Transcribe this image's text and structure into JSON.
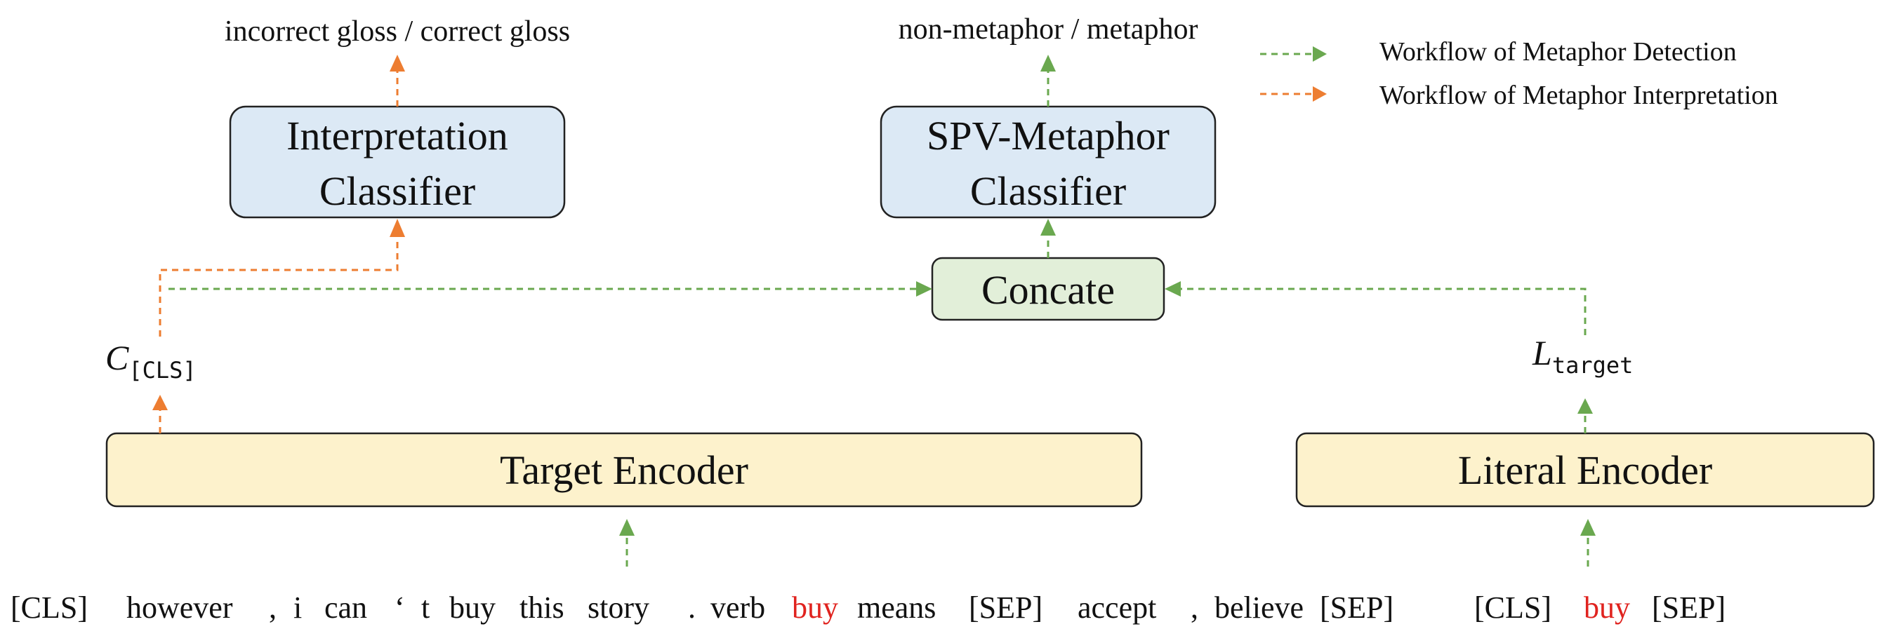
{
  "boxes": {
    "interpretation_classifier": {
      "line1": "Interpretation",
      "line2": "Classifier"
    },
    "spv_classifier": {
      "line1": "SPV-Metaphor",
      "line2": "Classifier"
    },
    "concate": "Concate",
    "target_encoder": "Target Encoder",
    "literal_encoder": "Literal Encoder"
  },
  "outputs": {
    "interpretation": "incorrect gloss / correct gloss",
    "detection": "non-metaphor / metaphor"
  },
  "legend": {
    "detection": "Workflow of Metaphor Detection",
    "interpretation": "Workflow of Metaphor Interpretation"
  },
  "symbols": {
    "cls": {
      "main": "C",
      "sub": "[CLS]"
    },
    "target": {
      "main": "L",
      "sub": "target"
    }
  },
  "input_tokens": [
    {
      "text": "[CLS]",
      "highlight": false
    },
    {
      "text": "however",
      "highlight": false
    },
    {
      "text": ",",
      "highlight": false
    },
    {
      "text": "i",
      "highlight": false
    },
    {
      "text": "can",
      "highlight": false
    },
    {
      "text": "‘",
      "highlight": false
    },
    {
      "text": "t",
      "highlight": false
    },
    {
      "text": "buy",
      "highlight": false
    },
    {
      "text": "this",
      "highlight": false
    },
    {
      "text": "story",
      "highlight": false
    },
    {
      "text": ".",
      "highlight": false
    },
    {
      "text": "verb",
      "highlight": false
    },
    {
      "text": "buy",
      "highlight": true
    },
    {
      "text": "means",
      "highlight": false
    },
    {
      "text": "[SEP]",
      "highlight": false
    },
    {
      "text": "accept",
      "highlight": false
    },
    {
      "text": ",",
      "highlight": false
    },
    {
      "text": "believe",
      "highlight": false
    },
    {
      "text": "[SEP]",
      "highlight": false
    }
  ],
  "literal_tokens": [
    {
      "text": "[CLS]",
      "highlight": false
    },
    {
      "text": "buy",
      "highlight": true
    },
    {
      "text": "[SEP]",
      "highlight": false
    }
  ],
  "colors": {
    "detection_flow": "#6aa84f",
    "interpretation_flow": "#ed7d31",
    "classifier_fill": "#dce9f5",
    "concate_fill": "#e2efd9",
    "encoder_fill": "#fdf2cc",
    "highlight_token": "#e0231f"
  }
}
